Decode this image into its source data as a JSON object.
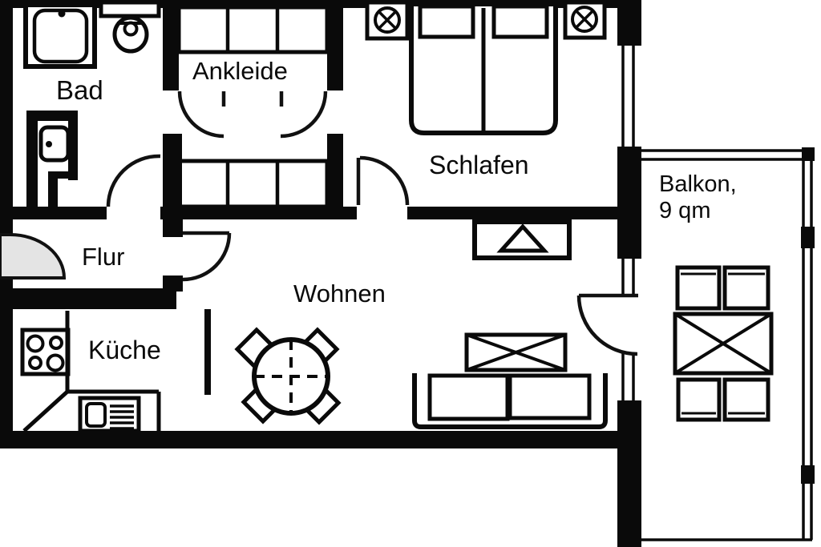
{
  "document": {
    "type": "floor-plan",
    "language": "de"
  },
  "colors": {
    "wall": "#0a0a0a",
    "floor": "#ffffff",
    "door_swing_fill": "#e4e4e4",
    "line": "#111111"
  },
  "rooms": {
    "bad": {
      "label": "Bad"
    },
    "ankleide": {
      "label": "Ankleide"
    },
    "schlafen": {
      "label": "Schlafen"
    },
    "flur": {
      "label": "Flur"
    },
    "kueche": {
      "label": "Küche"
    },
    "wohnen": {
      "label": "Wohnen"
    },
    "balkon": {
      "label": "Balkon,",
      "area": "9 qm"
    }
  },
  "fixtures": [
    "shower",
    "toilet",
    "washbasin",
    "wardrobe-top",
    "wardrobe-bottom",
    "double-bed",
    "nightstand-lamp-left",
    "nightstand-lamp-right",
    "stove",
    "kitchen-counter",
    "kitchen-sink",
    "dining-table",
    "dining-chairs",
    "tv-sideboard",
    "coffee-table",
    "sofa",
    "balcony-table",
    "balcony-chairs"
  ],
  "doors": [
    "entrance-door",
    "bad-door",
    "ankleide-door-left",
    "ankleide-door-right",
    "schlafen-door",
    "flur-wohnen-door",
    "balcony-door"
  ],
  "windows": [
    "schlafen-window",
    "wohnen-window-upper",
    "wohnen-window-lower"
  ]
}
